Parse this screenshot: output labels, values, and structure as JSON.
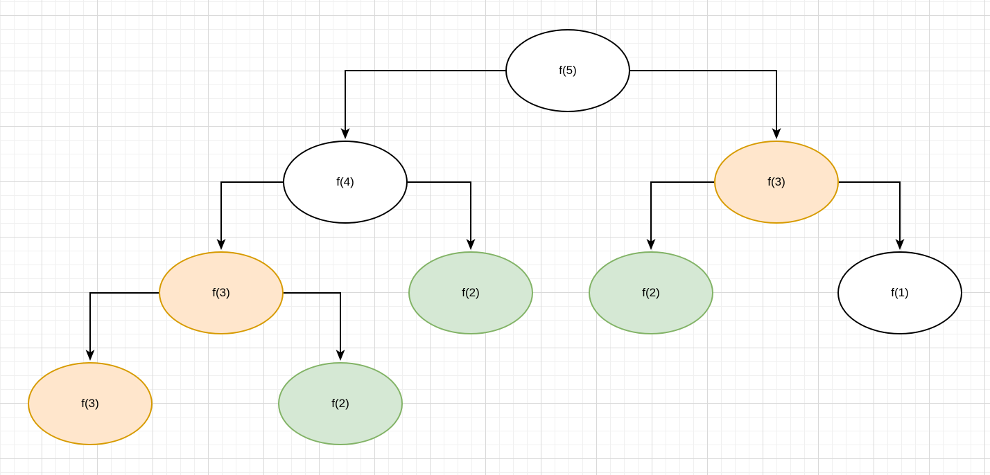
{
  "diagram": {
    "palette": {
      "plain_fill": "#ffffff",
      "plain_stroke": "#000000",
      "orange_fill": "#ffe6cc",
      "orange_stroke": "#d79b00",
      "green_fill": "#d5e8d4",
      "green_stroke": "#82b366",
      "edge_color": "#000000",
      "grid_minor": "#f0f0f0",
      "grid_major": "#d9d9d9",
      "background": "#ffffff"
    },
    "nodes": [
      {
        "id": "f5",
        "label": "f(5)",
        "variant": "plain"
      },
      {
        "id": "f4",
        "label": "f(4)",
        "variant": "plain"
      },
      {
        "id": "f3-right",
        "label": "f(3)",
        "variant": "orange"
      },
      {
        "id": "f3-mid-left",
        "label": "f(3)",
        "variant": "orange"
      },
      {
        "id": "f2-under-f4",
        "label": "f(2)",
        "variant": "green"
      },
      {
        "id": "f2-under-f3-right",
        "label": "f(2)",
        "variant": "green"
      },
      {
        "id": "f1",
        "label": "f(1)",
        "variant": "plain"
      },
      {
        "id": "f3-bottom",
        "label": "f(3)",
        "variant": "orange"
      },
      {
        "id": "f2-bottom",
        "label": "f(2)",
        "variant": "green"
      }
    ],
    "edges": [
      {
        "from": "f5",
        "to": "f4"
      },
      {
        "from": "f5",
        "to": "f3-right"
      },
      {
        "from": "f4",
        "to": "f3-mid-left"
      },
      {
        "from": "f4",
        "to": "f2-under-f4"
      },
      {
        "from": "f3-right",
        "to": "f2-under-f3-right"
      },
      {
        "from": "f3-right",
        "to": "f1"
      },
      {
        "from": "f3-mid-left",
        "to": "f3-bottom"
      },
      {
        "from": "f3-mid-left",
        "to": "f2-bottom"
      }
    ]
  }
}
